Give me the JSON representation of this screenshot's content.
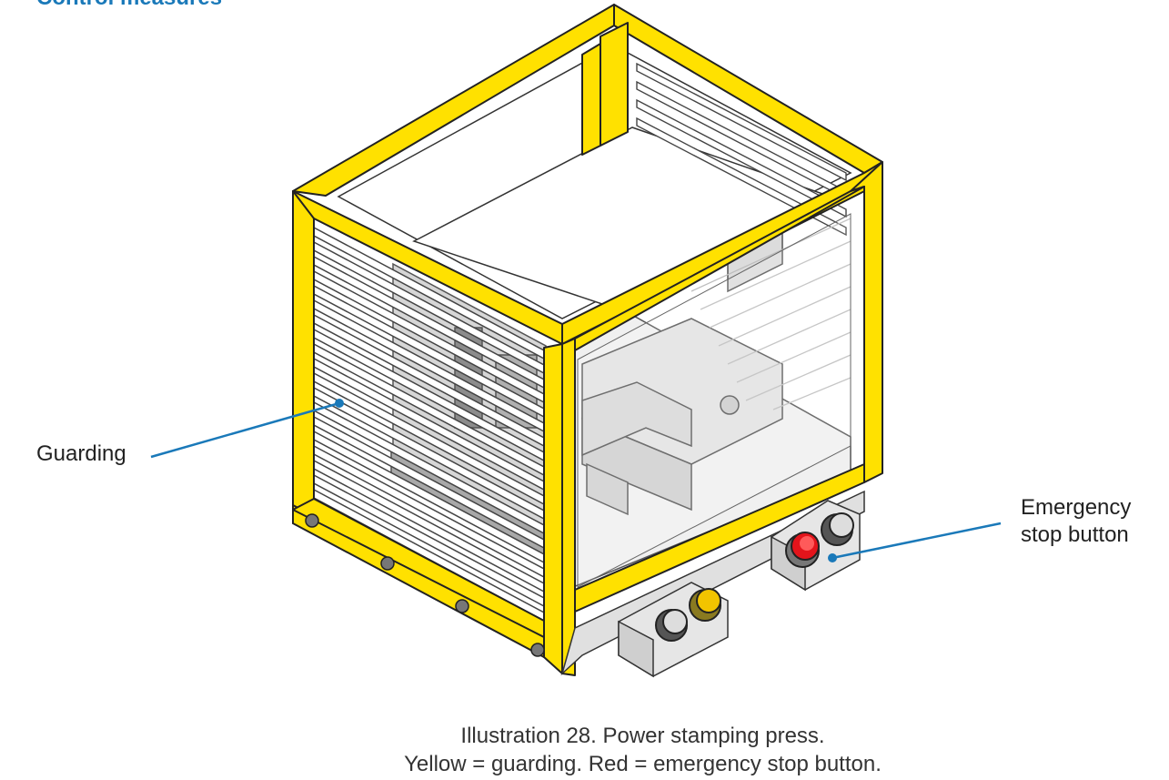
{
  "heading": "Control measures",
  "colors": {
    "accent": "#1a79b9",
    "guarding": "#ffe100",
    "emergency_stop": "#e4141b",
    "start_button": "#f2c400"
  },
  "labels": {
    "guarding": "Guarding",
    "emergency_stop_line1": "Emergency",
    "emergency_stop_line2": "stop button"
  },
  "caption": {
    "line1": "Illustration 28. Power stamping press.",
    "line2": "Yellow = guarding. Red = emergency stop button."
  }
}
